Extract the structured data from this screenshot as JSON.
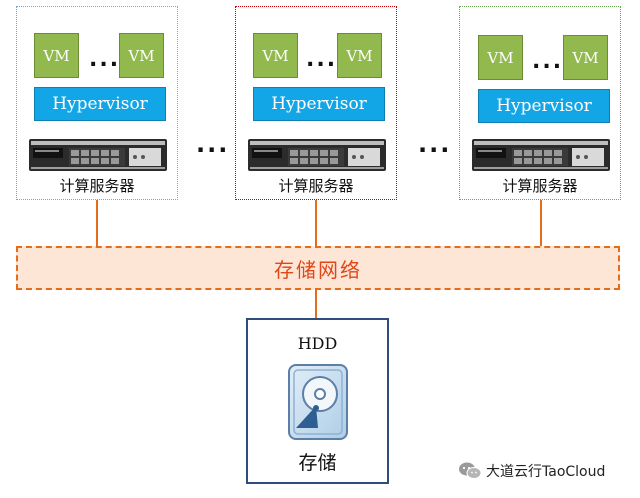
{
  "groups": [
    {
      "vm_left": "VM",
      "vm_right": "VM",
      "ellipsis": "...",
      "hypervisor": "Hypervisor",
      "server_label": "计算服务器",
      "border_color": "#6fa8dc"
    },
    {
      "vm_left": "VM",
      "vm_right": "VM",
      "ellipsis": "...",
      "hypervisor": "Hypervisor",
      "server_label": "计算服务器",
      "border_color": "#cc0000"
    },
    {
      "vm_left": "VM",
      "vm_right": "VM",
      "ellipsis": "...",
      "hypervisor": "Hypervisor",
      "server_label": "计算服务器",
      "border_color": "#6aa84f"
    }
  ],
  "between_dots": [
    "...",
    "..."
  ],
  "network": {
    "label": "存储网络",
    "color": "#e46c1a"
  },
  "storage": {
    "title": "HDD",
    "label": "存储"
  },
  "watermark": {
    "text": "大道云行TaoCloud"
  },
  "colors": {
    "vm": "#92b94e",
    "hypervisor": "#13a6e6",
    "connector": "#e46c1a",
    "storage_border": "#2e4d7a"
  }
}
